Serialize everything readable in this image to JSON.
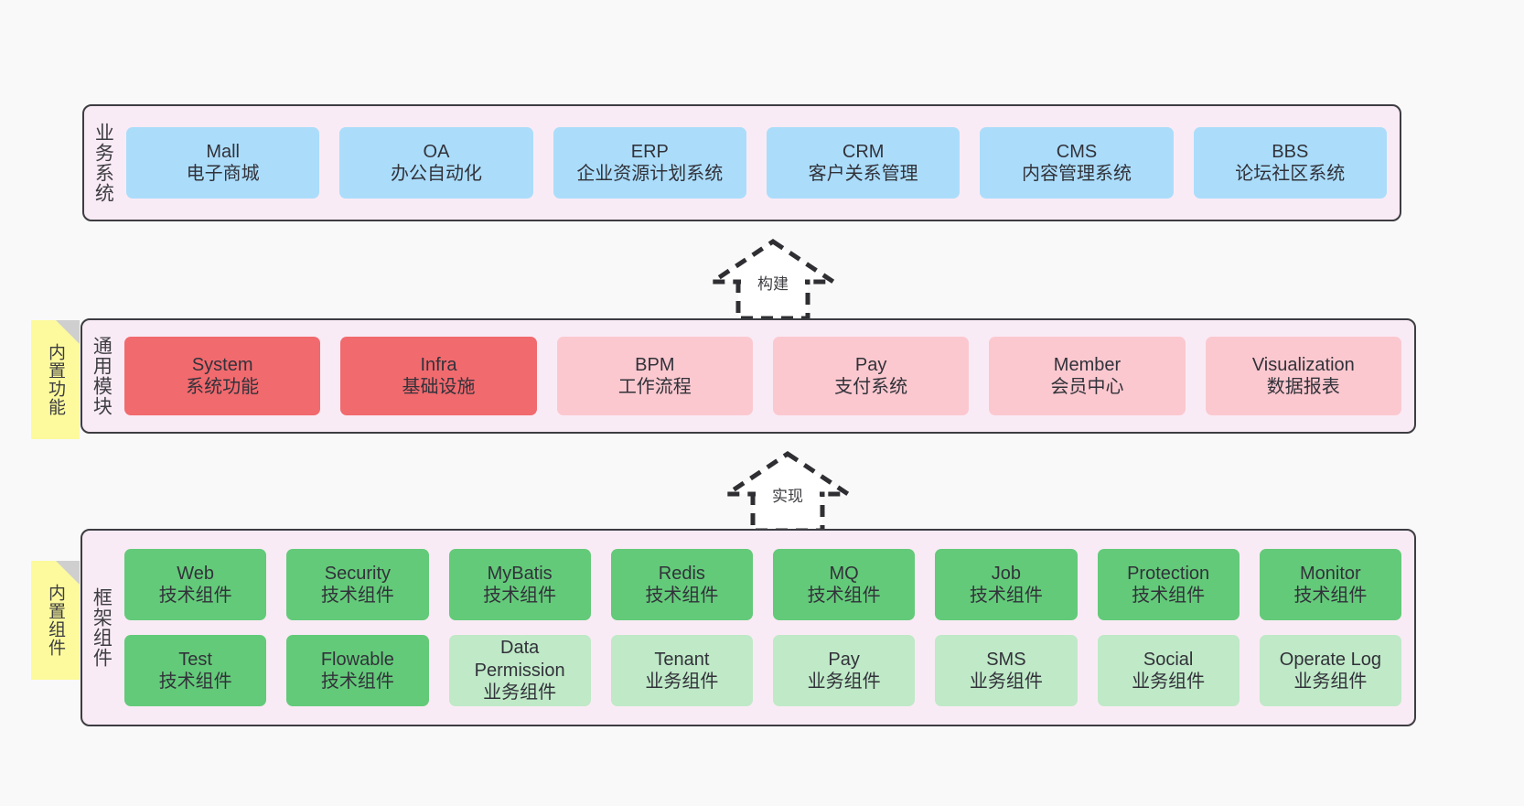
{
  "diagram": {
    "background": "#f9f9f9",
    "layer_fill": "#f9ebf5",
    "layer_border": "#3d3d42",
    "sticky_fill": "#fcfa9c"
  },
  "layers": [
    {
      "id": "business-system",
      "title": "业务系统",
      "rows": [
        {
          "cards": [
            {
              "en": "Mall",
              "cn": "电子商城",
              "color": "#abddfb",
              "style": "blue"
            },
            {
              "en": "OA",
              "cn": "办公自动化",
              "color": "#abddfb",
              "style": "blue"
            },
            {
              "en": "ERP",
              "cn": "企业资源计划系统",
              "color": "#abddfb",
              "style": "blue"
            },
            {
              "en": "CRM",
              "cn": "客户关系管理",
              "color": "#abddfb",
              "style": "blue"
            },
            {
              "en": "CMS",
              "cn": "内容管理系统",
              "color": "#abddfb",
              "style": "blue"
            },
            {
              "en": "BBS",
              "cn": "论坛社区系统",
              "color": "#abddfb",
              "style": "blue"
            }
          ]
        }
      ]
    },
    {
      "id": "common-module",
      "title": "通用模块",
      "sticky": "内置功能",
      "rows": [
        {
          "cards": [
            {
              "en": "System",
              "cn": "系统功能",
              "color": "#f16a6e",
              "style": "red"
            },
            {
              "en": "Infra",
              "cn": "基础设施",
              "color": "#f16a6e",
              "style": "red"
            },
            {
              "en": "BPM",
              "cn": "工作流程",
              "color": "#fbc8cf",
              "style": "pink"
            },
            {
              "en": "Pay",
              "cn": "支付系统",
              "color": "#fbc8cf",
              "style": "pink"
            },
            {
              "en": "Member",
              "cn": "会员中心",
              "color": "#fbc8cf",
              "style": "pink"
            },
            {
              "en": "Visualization",
              "cn": "数据报表",
              "color": "#fbc8cf",
              "style": "pink"
            }
          ]
        }
      ]
    },
    {
      "id": "framework-component",
      "title": "框架组件",
      "sticky": "内置组件",
      "rows": [
        {
          "cards": [
            {
              "en": "Web",
              "cn": "技术组件",
              "color": "#63ca79",
              "style": "green"
            },
            {
              "en": "Security",
              "cn": "技术组件",
              "color": "#63ca79",
              "style": "green"
            },
            {
              "en": "MyBatis",
              "cn": "技术组件",
              "color": "#63ca79",
              "style": "green"
            },
            {
              "en": "Redis",
              "cn": "技术组件",
              "color": "#63ca79",
              "style": "green"
            },
            {
              "en": "MQ",
              "cn": "技术组件",
              "color": "#63ca79",
              "style": "green"
            },
            {
              "en": "Job",
              "cn": "技术组件",
              "color": "#63ca79",
              "style": "green"
            },
            {
              "en": "Protection",
              "cn": "技术组件",
              "color": "#63ca79",
              "style": "green"
            },
            {
              "en": "Monitor",
              "cn": "技术组件",
              "color": "#63ca79",
              "style": "green"
            }
          ]
        },
        {
          "cards": [
            {
              "en": "Test",
              "cn": "技术组件",
              "color": "#63ca79",
              "style": "green"
            },
            {
              "en": "Flowable",
              "cn": "技术组件",
              "color": "#63ca79",
              "style": "green"
            },
            {
              "en": "Data Permission",
              "cn": "业务组件",
              "color": "#bfe9c7",
              "style": "lightgreen",
              "wrap": true
            },
            {
              "en": "Tenant",
              "cn": "业务组件",
              "color": "#bfe9c7",
              "style": "lightgreen"
            },
            {
              "en": "Pay",
              "cn": "业务组件",
              "color": "#bfe9c7",
              "style": "lightgreen"
            },
            {
              "en": "SMS",
              "cn": "业务组件",
              "color": "#bfe9c7",
              "style": "lightgreen"
            },
            {
              "en": "Social",
              "cn": "业务组件",
              "color": "#bfe9c7",
              "style": "lightgreen"
            },
            {
              "en": "Operate Log",
              "cn": "业务组件",
              "color": "#bfe9c7",
              "style": "lightgreen"
            }
          ]
        }
      ]
    }
  ],
  "connectors": [
    {
      "id": "build",
      "label": "构建",
      "from": "common-module",
      "to": "business-system"
    },
    {
      "id": "implement",
      "label": "实现",
      "from": "framework-component",
      "to": "common-module"
    }
  ]
}
